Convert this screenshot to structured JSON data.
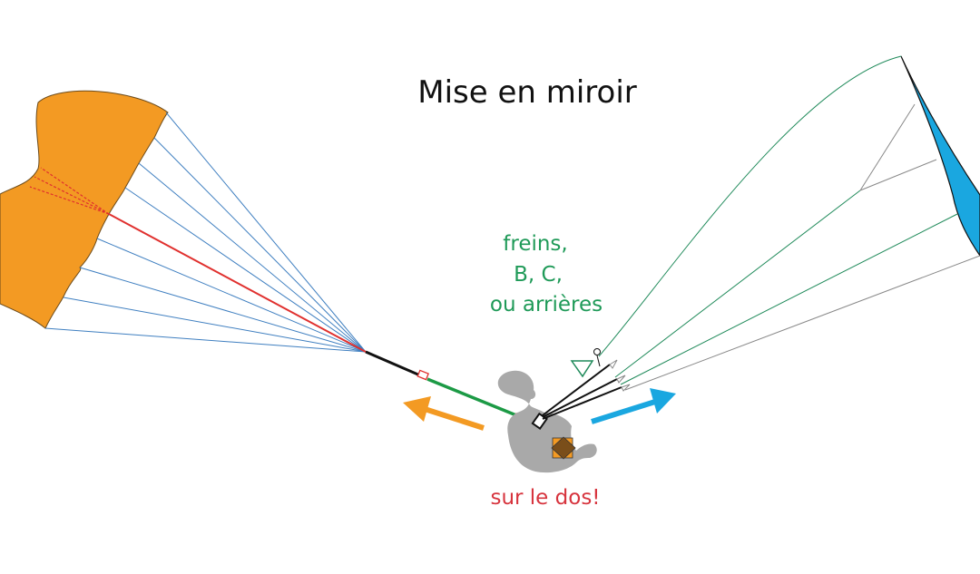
{
  "title": "Mise en miroir",
  "annotation_lines": [
    "freins,",
    "B, C,",
    "ou arrières"
  ],
  "bottom_label": "sur le dos!",
  "colors": {
    "left_canopy": "#f39a23",
    "right_wing": "#1aa7e0",
    "left_arrow": "#f39a23",
    "right_arrow": "#1aa7e0",
    "annotation": "#1f9a58",
    "bottom_label": "#d7343e"
  }
}
